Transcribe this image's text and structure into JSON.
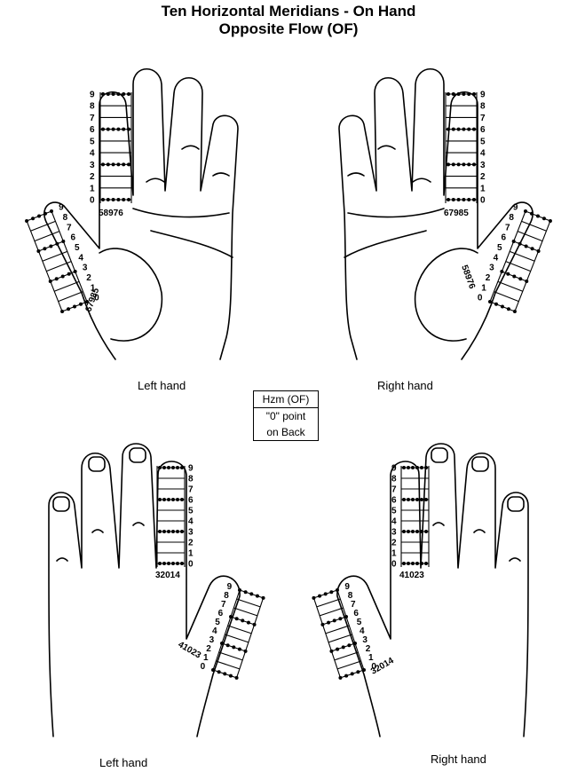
{
  "title": {
    "line1": "Ten Horizontal Meridians - On Hand",
    "line2": "Opposite Flow (OF)"
  },
  "labels": {
    "top_left": "Left hand",
    "top_right": "Right hand",
    "bottom_left": "Left hand",
    "bottom_right": "Right hand"
  },
  "legend": {
    "header": "Hzm (OF)",
    "line1": "\"0\" point",
    "line2": "on Back"
  },
  "ladder_numbers": [
    "0",
    "1",
    "2",
    "3",
    "4",
    "5",
    "6",
    "7",
    "8",
    "9"
  ],
  "base_sequences": {
    "palm_left_finger": "58976",
    "palm_right_finger": "67985",
    "palm_left_thumb": "67985",
    "palm_right_thumb": "58976",
    "back_left_finger": "32014",
    "back_right_finger": "41023",
    "back_left_thumb": "41023",
    "back_right_thumb": "32014"
  }
}
